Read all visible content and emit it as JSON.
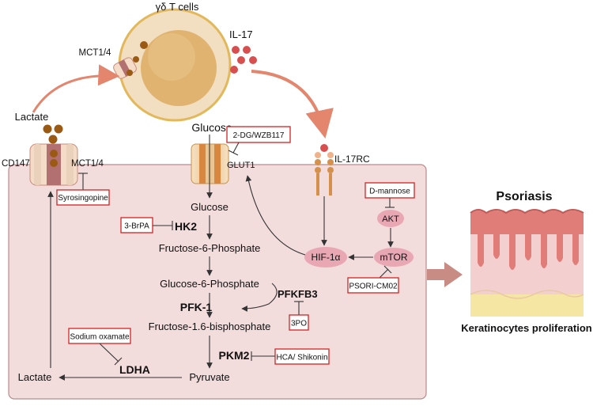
{
  "colors": {
    "cell_body": "#f2dfc1",
    "cell_border": "#e3b85b",
    "nucleus": "#e0b470",
    "membrane_region": "#f3dcdc",
    "membrane_border": "#b98b8b",
    "inhibitor_border": "#d42424",
    "curve_arrow": "#e4856e",
    "il17_dot": "#d84f4f",
    "lactate_dot": "#9b5a14",
    "ellipse_pink": "#e8a7b2",
    "skin_top": "#e07d78",
    "skin_mid": "#f3cfcf",
    "skin_fat": "#f6e6a4"
  },
  "cell": {
    "title": "γδ T cells",
    "transporter_label": "MCT1/4",
    "cytokine_label": "IL-17"
  },
  "membrane": {
    "lactate_label": "Lactate",
    "cd147_label": "CD147",
    "mct_label": "MCT1/4",
    "glucose_top_label": "Glucose",
    "glut1_label": "GLUT1",
    "receptor_label": "IL-17RC"
  },
  "pathway": {
    "glucose": "Glucose",
    "f6p": "Fructose-6-Phosphate",
    "g6p": "Glucose-6-Phosphate",
    "f16bp": "Fructose-1.6-bisphosphate",
    "pyruvate": "Pyruvate",
    "lactate": "Lactate"
  },
  "enzymes": {
    "hk2": "HK2",
    "pfk1": "PFK-1",
    "pfkfb3": "PFKFB3",
    "pkm2": "PKM2",
    "ldha": "LDHA"
  },
  "signaling": {
    "akt": "AKT",
    "mtor": "mTOR",
    "hif": "HIF-1α"
  },
  "inhibitors": {
    "dg": "2-DG/WZB117",
    "syrosingopine": "Syrosingopine",
    "brpa": "3-BrPA",
    "po": "3PO",
    "oxamate": "Sodium oxamate",
    "hca": "HCA/ Shikonin",
    "mannose": "D-mannose",
    "psori": "PSORI-CM02"
  },
  "outcome": {
    "title": "Psoriasis",
    "caption": "Keratinocytes proliferation"
  }
}
